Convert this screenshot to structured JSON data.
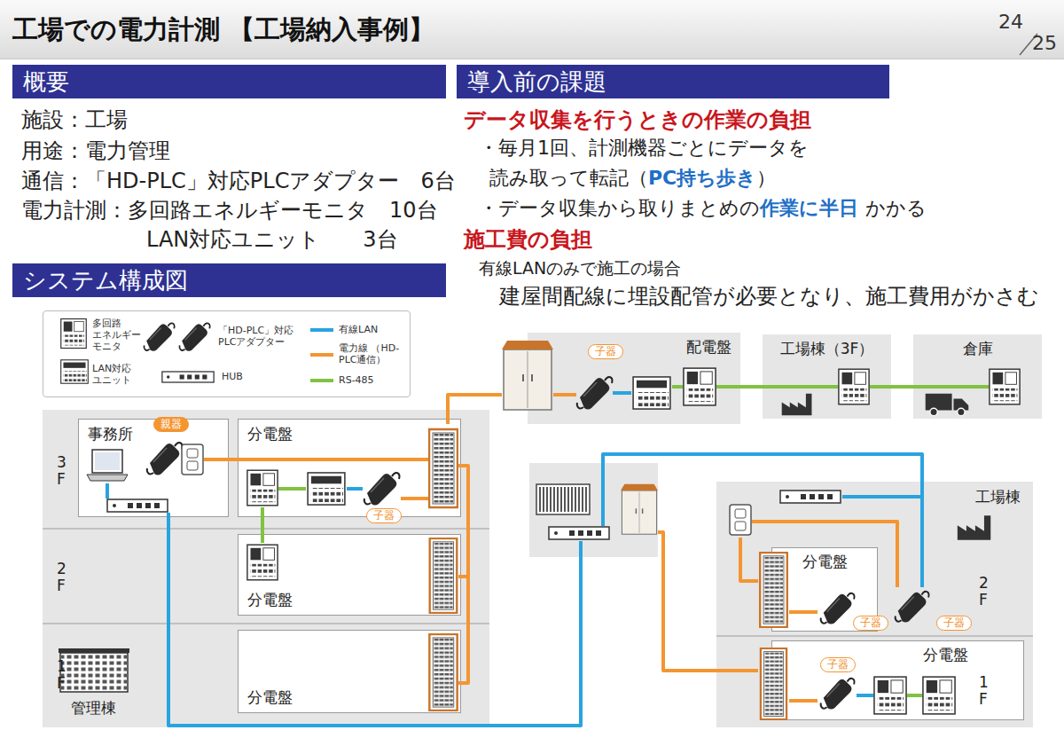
{
  "diagram": {
    "title": "工場での電力計測 【工場納入事例】",
    "nodes": [
      {
        "text": [
          "概要"
        ]
      },
      {
        "text": [
          "導入前の課題"
        ]
      },
      {
        "text": [
          "システム構成図"
        ]
      },
      {
        "text": [
          "管理棟"
        ]
      },
      {
        "text": [
          "事務所"
        ],
        "in": 3
      },
      {
        "text": [
          "分電盤"
        ],
        "in": 3
      },
      {
        "text": [
          "分電盤"
        ],
        "in": 3
      },
      {
        "text": [
          "分電盤"
        ],
        "in": 3
      },
      {
        "text": [
          "配電盤"
        ]
      },
      {
        "text": [
          "工場棟（3F）"
        ]
      },
      {
        "text": [
          "倉庫"
        ]
      },
      {
        "text": [
          "工場棟"
        ]
      },
      {
        "text": [
          "分電盤"
        ],
        "in": 11
      },
      {
        "text": [
          "分電盤"
        ],
        "in": 11
      }
    ],
    "edges": [
      {
        "from": 8,
        "to": 9,
        "arrow": "none"
      },
      {
        "from": 9,
        "to": 10,
        "arrow": "none"
      }
    ],
    "labels": [
      "24",
      "25",
      "施設：工場",
      "用途：電力管理",
      "通信：「HD-PLC」対応PLCアダプター　6台",
      "電力計測：多回路エネルギーモニタ　10台",
      "LAN対応ユニット　　3台",
      "データ収集を行うときの作業の負担",
      "・毎月1回、計測機器ごとにデータを",
      "読み取って転記（",
      "PC持ち歩き",
      "）",
      "・データ収集から取りまとめの",
      "作業に半日",
      "かかる",
      "施工費の負担",
      "有線LANのみで施工の場合",
      "建屋間配線に埋設配管が必要となり、施工費用がかさむ",
      "親器",
      "子器",
      "子器",
      "3F",
      "2F",
      "1F",
      "子器",
      "子器",
      "2F",
      "子器",
      "1F"
    ],
    "legend": [
      {
        "text": "多回路 エネルギー モニタ"
      },
      {
        "text": "LAN対応 ユニット"
      },
      {
        "text": "「HD-PLC」対応 PLCアダプター"
      },
      {
        "text": "HUB"
      },
      {
        "text": "有線LAN",
        "color": "#29a3e0"
      },
      {
        "text": "電力線 （HD-PLC通信）",
        "color": "#f39531"
      },
      {
        "text": "RS-485",
        "color": "#80c241"
      }
    ]
  }
}
